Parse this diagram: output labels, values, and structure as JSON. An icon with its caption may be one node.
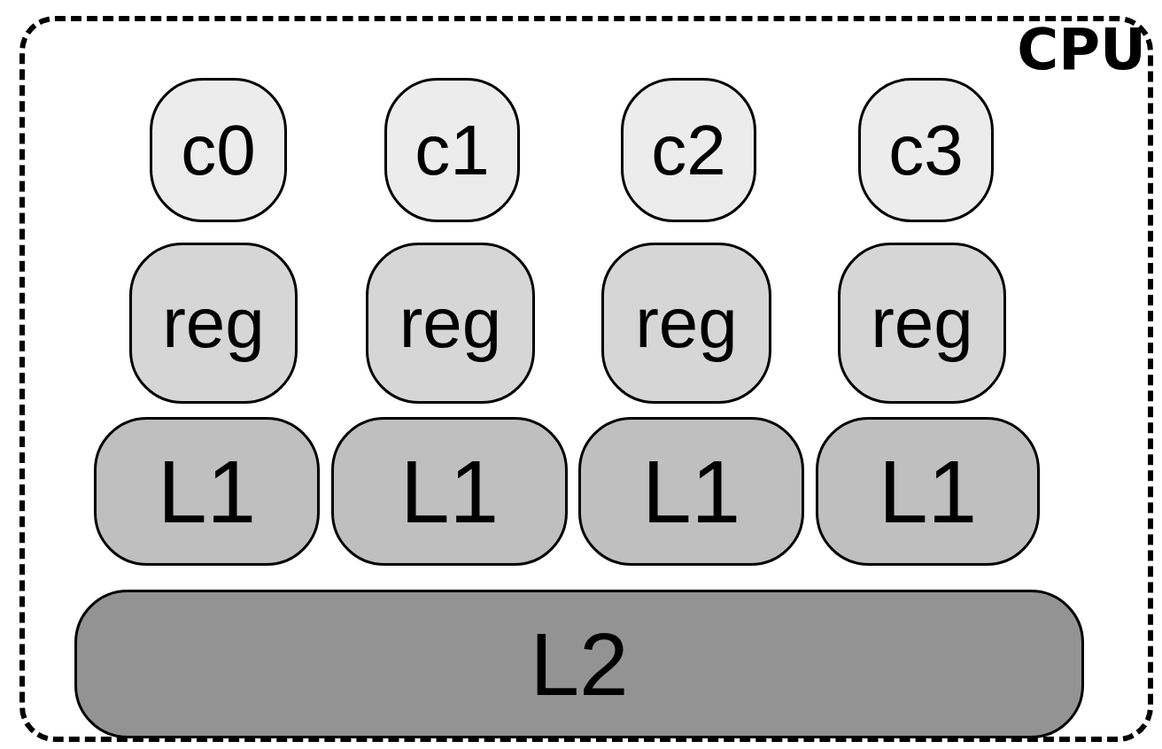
{
  "diagram": {
    "nodes": [
      {
        "text": [
          "CPU"
        ]
      },
      {
        "text": [
          "c0"
        ],
        "in": 0
      },
      {
        "text": [
          "c1"
        ],
        "in": 0
      },
      {
        "text": [
          "c2"
        ],
        "in": 0
      },
      {
        "text": [
          "c3"
        ],
        "in": 0
      },
      {
        "text": [
          "reg"
        ],
        "in": 0
      },
      {
        "text": [
          "reg"
        ],
        "in": 0
      },
      {
        "text": [
          "reg"
        ],
        "in": 0
      },
      {
        "text": [
          "reg"
        ],
        "in": 0
      },
      {
        "text": [
          "L1"
        ],
        "in": 0
      },
      {
        "text": [
          "L1"
        ],
        "in": 0
      },
      {
        "text": [
          "L1"
        ],
        "in": 0
      },
      {
        "text": [
          "L1"
        ],
        "in": 0
      },
      {
        "text": [
          "L2"
        ],
        "in": 0
      }
    ]
  }
}
